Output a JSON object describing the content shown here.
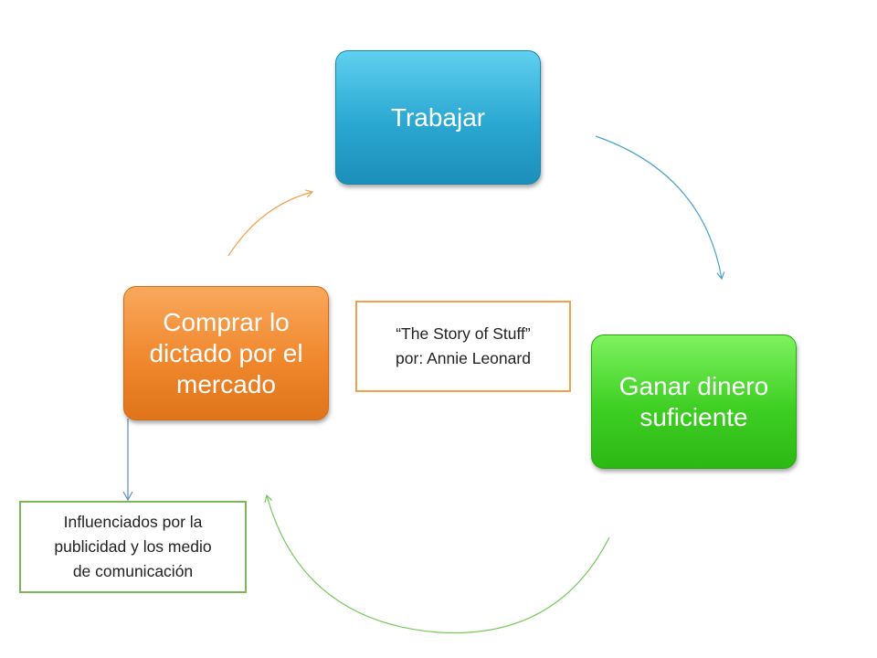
{
  "diagram": {
    "nodes": {
      "trabajar": "Trabajar",
      "ganar": "Ganar dinero suficiente",
      "comprar": "Comprar lo dictado por el mercado"
    },
    "notes": {
      "story": "“The Story of Stuff”\npor: Annie Leonard",
      "influencia": "Influenciados por la\npublicidad y los medio\nde comunicación"
    },
    "colors": {
      "trabajar": "#2aa7d1",
      "ganar": "#3ecf23",
      "comprar": "#f0882e",
      "arrow_blue": "#4aa3cc",
      "arrow_green": "#74c95a",
      "arrow_orange": "#f2a04e",
      "arrow_side": "#5b8ec4"
    }
  }
}
